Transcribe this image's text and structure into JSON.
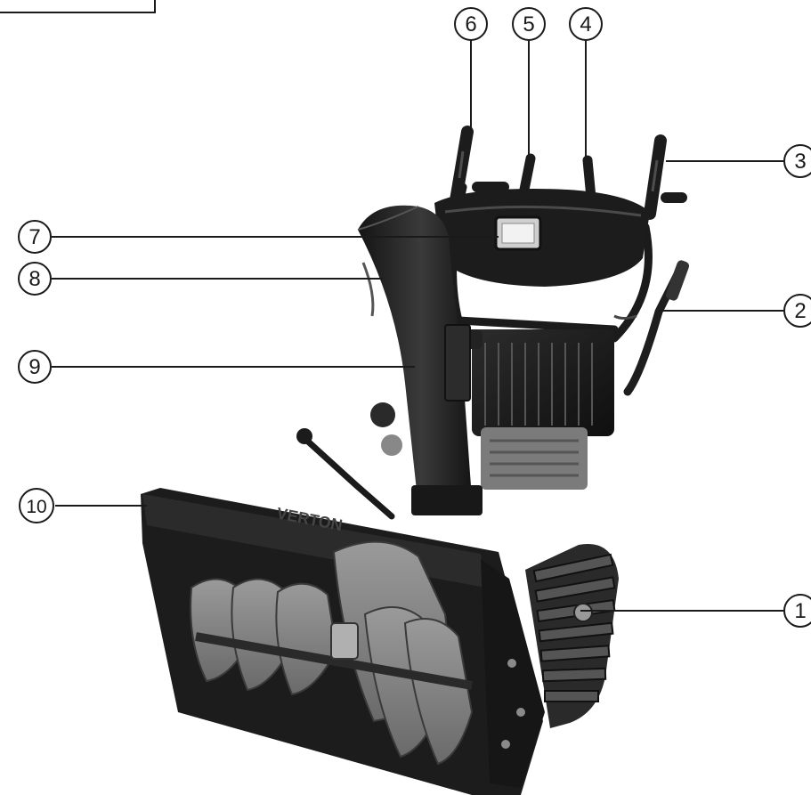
{
  "diagram": {
    "callouts": [
      {
        "id": "c1",
        "number": "1"
      },
      {
        "id": "c2",
        "number": "2"
      },
      {
        "id": "c3",
        "number": "3"
      },
      {
        "id": "c4",
        "number": "4"
      },
      {
        "id": "c5",
        "number": "5"
      },
      {
        "id": "c6",
        "number": "6"
      },
      {
        "id": "c7",
        "number": "7"
      },
      {
        "id": "c8",
        "number": "8"
      },
      {
        "id": "c9",
        "number": "9"
      },
      {
        "id": "c10",
        "number": "10"
      }
    ],
    "brand_text": "VERTON"
  },
  "colors": {
    "body_dark": "#1e1e1e",
    "body_mid": "#3a3a3a",
    "metal_gray": "#7c7c7c",
    "metal_light": "#a8a8a8",
    "line": "#1a1a1a",
    "background": "#ffffff"
  }
}
